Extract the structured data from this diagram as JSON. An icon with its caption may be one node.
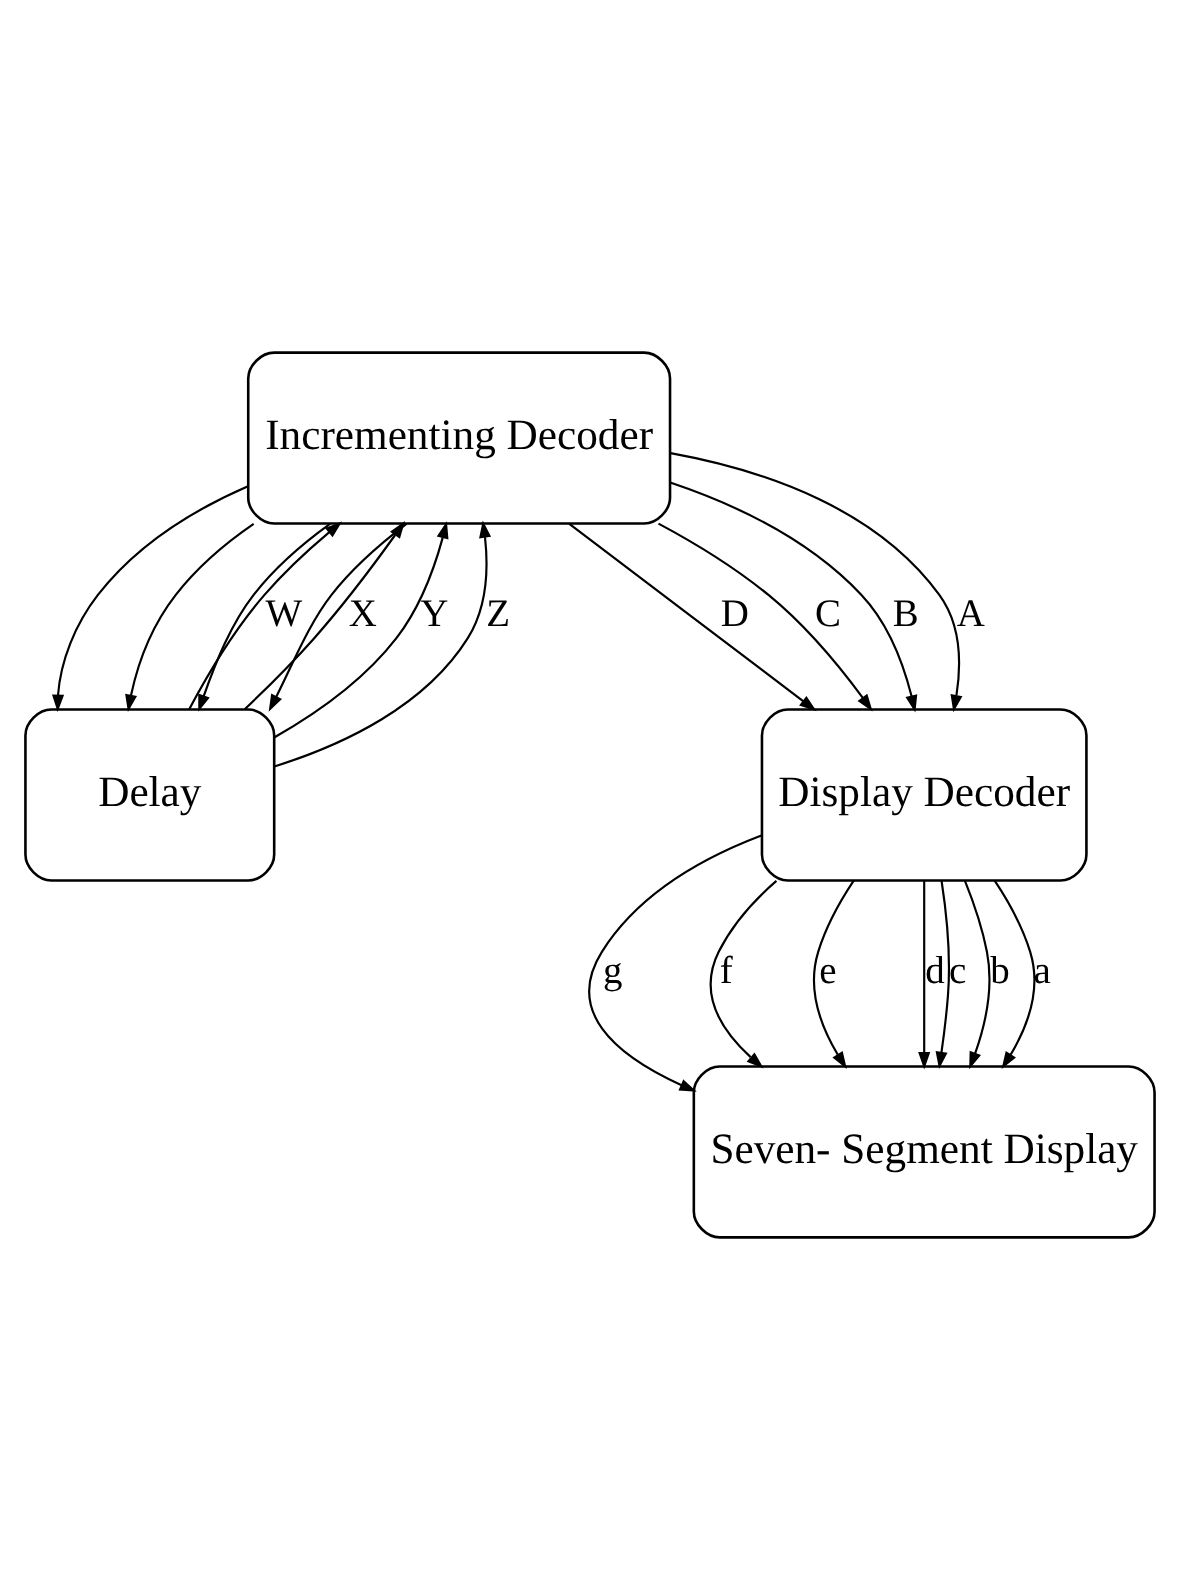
{
  "diagram": {
    "nodes": [
      {
        "text": [
          "Incrementing Decoder"
        ]
      },
      {
        "text": [
          "Delay"
        ]
      },
      {
        "text": [
          "Display Decoder"
        ]
      },
      {
        "text": [
          "Seven- Segment Display"
        ]
      }
    ],
    "edges": [
      {
        "from": 1,
        "to": 0,
        "arrow": "to",
        "label": "W"
      },
      {
        "from": 1,
        "to": 0,
        "arrow": "to",
        "label": "X"
      },
      {
        "from": 1,
        "to": 0,
        "arrow": "to",
        "label": "Y"
      },
      {
        "from": 1,
        "to": 0,
        "arrow": "to",
        "label": "Z"
      },
      {
        "from": 0,
        "to": 2,
        "arrow": "to",
        "label": "D"
      },
      {
        "from": 0,
        "to": 2,
        "arrow": "to",
        "label": "C"
      },
      {
        "from": 0,
        "to": 2,
        "arrow": "to",
        "label": "B"
      },
      {
        "from": 0,
        "to": 2,
        "arrow": "to",
        "label": "A"
      },
      {
        "from": 0,
        "to": 1,
        "arrow": "to"
      },
      {
        "from": 0,
        "to": 1,
        "arrow": "to"
      },
      {
        "from": 0,
        "to": 1,
        "arrow": "to"
      },
      {
        "from": 0,
        "to": 1,
        "arrow": "to"
      },
      {
        "from": 2,
        "to": 3,
        "arrow": "to",
        "label": "g"
      },
      {
        "from": 2,
        "to": 3,
        "arrow": "to",
        "label": "f"
      },
      {
        "from": 2,
        "to": 3,
        "arrow": "to",
        "label": "e"
      },
      {
        "from": 2,
        "to": 3,
        "arrow": "to",
        "label": "d"
      },
      {
        "from": 2,
        "to": 3,
        "arrow": "to",
        "label": "c"
      },
      {
        "from": 2,
        "to": 3,
        "arrow": "to",
        "label": "b"
      },
      {
        "from": 2,
        "to": 3,
        "arrow": "to",
        "label": "a"
      }
    ]
  }
}
